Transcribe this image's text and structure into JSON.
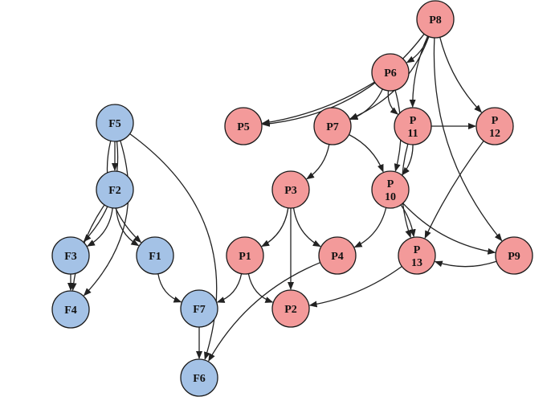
{
  "colors": {
    "blue_fill": "#a4c2e6",
    "red_fill": "#f39a9a",
    "stroke": "#1a1a1a",
    "edge": "#222222"
  },
  "nodes": [
    {
      "id": "F5",
      "label": "F5",
      "group": "blue"
    },
    {
      "id": "F2",
      "label": "F2",
      "group": "blue"
    },
    {
      "id": "F3",
      "label": "F3",
      "group": "blue"
    },
    {
      "id": "F1",
      "label": "F1",
      "group": "blue"
    },
    {
      "id": "F4",
      "label": "F4",
      "group": "blue"
    },
    {
      "id": "F7",
      "label": "F7",
      "group": "blue"
    },
    {
      "id": "F6",
      "label": "F6",
      "group": "blue"
    },
    {
      "id": "P8",
      "label": "P8",
      "group": "red"
    },
    {
      "id": "P6",
      "label": "P6",
      "group": "red"
    },
    {
      "id": "P5",
      "label": "P5",
      "group": "red"
    },
    {
      "id": "P7",
      "label": "P7",
      "group": "red"
    },
    {
      "id": "P11",
      "label": "P\n11",
      "group": "red"
    },
    {
      "id": "P12",
      "label": "P\n12",
      "group": "red"
    },
    {
      "id": "P3",
      "label": "P3",
      "group": "red"
    },
    {
      "id": "P10",
      "label": "P\n10",
      "group": "red"
    },
    {
      "id": "P1",
      "label": "P1",
      "group": "red"
    },
    {
      "id": "P4",
      "label": "P4",
      "group": "red"
    },
    {
      "id": "P13",
      "label": "P\n13",
      "group": "red"
    },
    {
      "id": "P9",
      "label": "P9",
      "group": "red"
    },
    {
      "id": "P2",
      "label": "P2",
      "group": "red"
    }
  ],
  "edges": [
    {
      "from": "F5",
      "to": "F2"
    },
    {
      "from": "F5",
      "to": "F3"
    },
    {
      "from": "F5",
      "to": "F4"
    },
    {
      "from": "F5",
      "to": "F6"
    },
    {
      "from": "F5",
      "to": "F1"
    },
    {
      "from": "F2",
      "to": "F3"
    },
    {
      "from": "F2",
      "to": "F1"
    },
    {
      "from": "F2",
      "to": "F4"
    },
    {
      "from": "F3",
      "to": "F4"
    },
    {
      "from": "F1",
      "to": "F7"
    },
    {
      "from": "F7",
      "to": "F6"
    },
    {
      "from": "P1",
      "to": "F7"
    },
    {
      "from": "P1",
      "to": "P2"
    },
    {
      "from": "P3",
      "to": "P1"
    },
    {
      "from": "P3",
      "to": "P2"
    },
    {
      "from": "P3",
      "to": "P4"
    },
    {
      "from": "P4",
      "to": "F6"
    },
    {
      "from": "P8",
      "to": "P5"
    },
    {
      "from": "P8",
      "to": "P6"
    },
    {
      "from": "P8",
      "to": "P7"
    },
    {
      "from": "P8",
      "to": "P11"
    },
    {
      "from": "P8",
      "to": "P12"
    },
    {
      "from": "P8",
      "to": "P9"
    },
    {
      "from": "P6",
      "to": "P5"
    },
    {
      "from": "P6",
      "to": "P7"
    },
    {
      "from": "P6",
      "to": "P10"
    },
    {
      "from": "P6",
      "to": "P11"
    },
    {
      "from": "P7",
      "to": "P3"
    },
    {
      "from": "P7",
      "to": "P10"
    },
    {
      "from": "P11",
      "to": "P12"
    },
    {
      "from": "P11",
      "to": "P10"
    },
    {
      "from": "P11",
      "to": "P13"
    },
    {
      "from": "P12",
      "to": "P13"
    },
    {
      "from": "P10",
      "to": "P4"
    },
    {
      "from": "P10",
      "to": "P13"
    },
    {
      "from": "P10",
      "to": "P9"
    },
    {
      "from": "P9",
      "to": "P13"
    },
    {
      "from": "P13",
      "to": "P2"
    }
  ]
}
